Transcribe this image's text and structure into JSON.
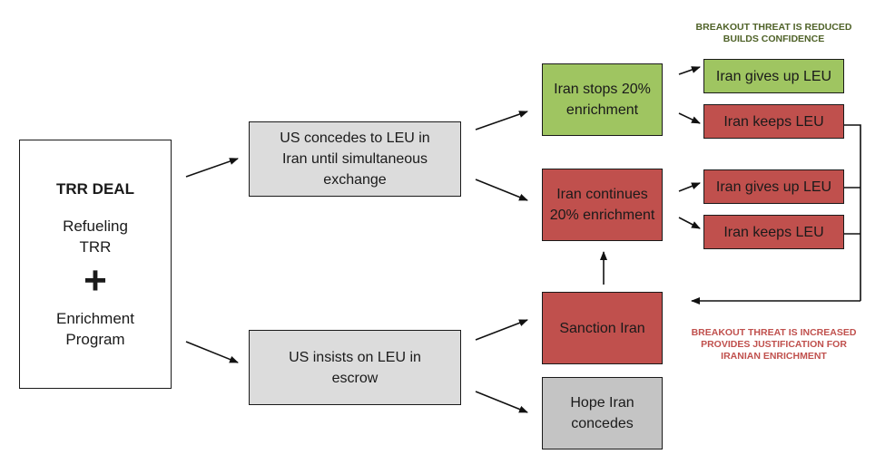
{
  "deal_box": {
    "title": "TRR DEAL",
    "line1": "Refueling",
    "line2": "TRR",
    "plus": "+",
    "line3": "Enrichment",
    "line4": "Program"
  },
  "nodes": {
    "us_concedes": "US concedes to LEU in Iran until simultaneous exchange",
    "us_insists": "US insists on LEU in escrow",
    "iran_stops": "Iran stops 20% enrichment",
    "iran_continues": "Iran continues 20% enrichment",
    "sanction": "Sanction Iran",
    "hope": "Hope Iran concedes",
    "gives_up_1": "Iran gives up LEU",
    "keeps_1": "Iran keeps LEU",
    "gives_up_2": "Iran gives up LEU",
    "keeps_2": "Iran keeps LEU"
  },
  "notes": {
    "top_line1": "BREAKOUT THREAT IS REDUCED",
    "top_line2": "BUILDS CONFIDENCE",
    "bottom_line1": "BREAKOUT THREAT IS INCREASED",
    "bottom_line2": "PROVIDES JUSTIFICATION FOR",
    "bottom_line3": "IRANIAN ENRICHMENT"
  },
  "colors": {
    "green": "#9fc561",
    "red": "#c0504d",
    "gray": "#dcdcdc",
    "dark_gray": "#c4c4c4"
  }
}
